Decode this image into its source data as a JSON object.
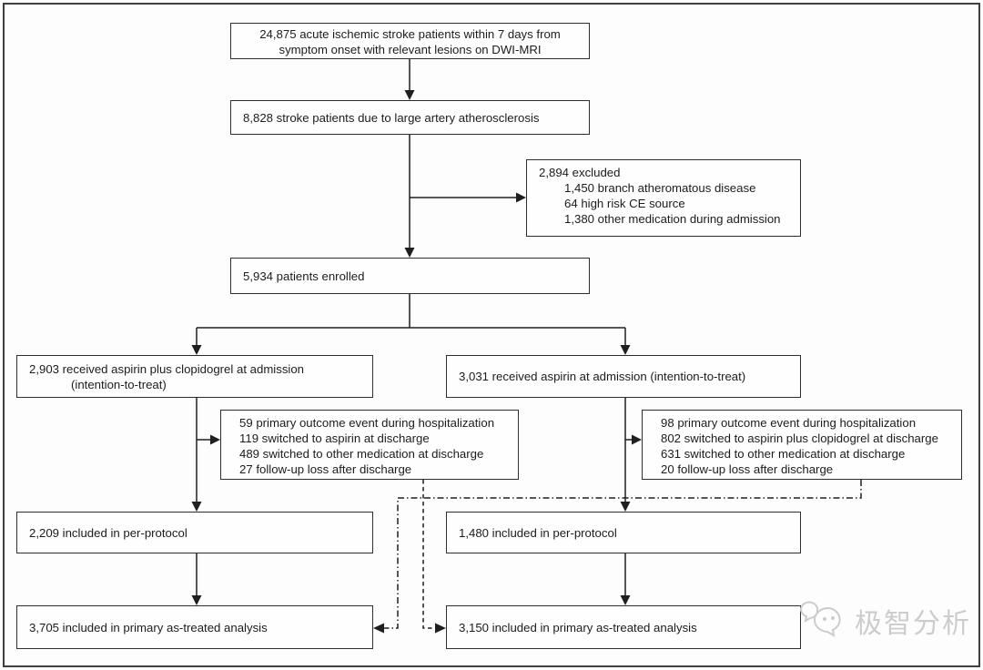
{
  "diagram_title": "study enrollment flowchart",
  "nodes": {
    "screened": {
      "lines": [
        "24,875 acute ischemic stroke patients within 7 days from",
        "symptom onset with relevant lesions on DWI-MRI"
      ]
    },
    "laa": {
      "lines": [
        "8,828 stroke patients due to large artery atherosclerosis"
      ]
    },
    "excluded": {
      "lines": [
        "2,894 excluded",
        "1,450 branch atheromatous disease",
        "64 high risk CE source",
        "1,380 other medication during admission"
      ]
    },
    "enrolled": {
      "lines": [
        "5,934 patients enrolled"
      ]
    },
    "dapt_admission": {
      "lines": [
        "2,903 received aspirin plus clopidogrel at admission",
        "(intention-to-treat)"
      ]
    },
    "aspirin_admission": {
      "lines": [
        "3,031 received aspirin at admission (intention-to-treat)"
      ]
    },
    "dapt_events": {
      "lines": [
        "59 primary outcome event during hospitalization",
        "119 switched to aspirin at discharge",
        "489 switched to other medication at discharge",
        "27 follow-up loss after discharge"
      ]
    },
    "aspirin_events": {
      "lines": [
        "98 primary outcome event during hospitalization",
        "802 switched to aspirin plus clopidogrel at discharge",
        "631 switched to other medication at discharge",
        "20 follow-up loss after discharge"
      ]
    },
    "dapt_per_protocol": {
      "lines": [
        "2,209 included in per-protocol"
      ]
    },
    "aspirin_per_protocol": {
      "lines": [
        "1,480 included in per-protocol"
      ]
    },
    "dapt_as_treated": {
      "lines": [
        "3,705 included in primary as-treated analysis"
      ]
    },
    "aspirin_as_treated": {
      "lines": [
        "3,150 included in primary as-treated analysis"
      ]
    }
  },
  "watermark": {
    "text": "极智分析",
    "icon": "chat-bubbles-icon",
    "color": "#cccccc"
  },
  "colors": {
    "background": "#fdfdfd",
    "box_border": "#2e2e2e",
    "line": "#1f1f1f",
    "frame": "#3f3f3f"
  }
}
